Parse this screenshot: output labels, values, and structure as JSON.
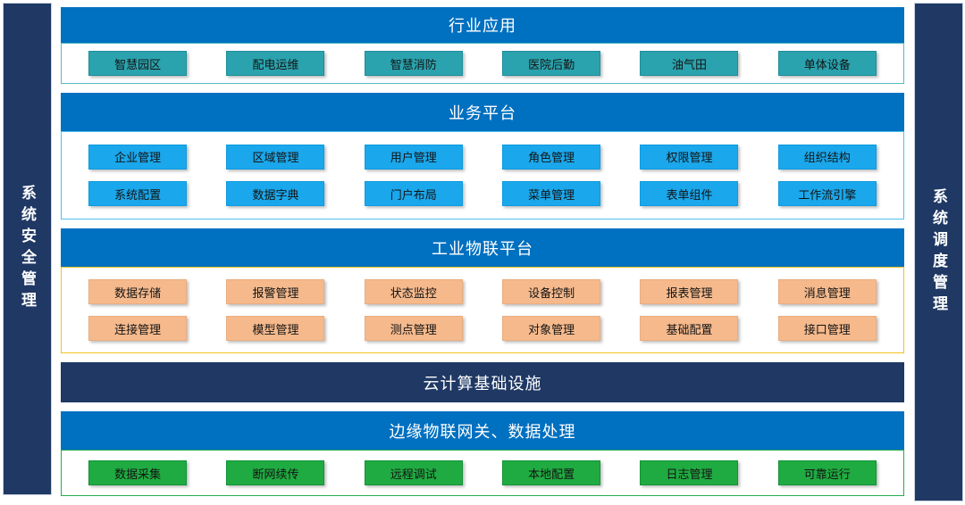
{
  "left_sidebar": {
    "label": "系统安全管理"
  },
  "right_sidebar": {
    "label": "系统调度管理"
  },
  "sections": [
    {
      "id": "industry-apps",
      "title": "行业应用",
      "theme": "teal",
      "rows": [
        [
          "智慧园区",
          "配电运维",
          "智慧消防",
          "医院后勤",
          "油气田",
          "单体设备"
        ]
      ]
    },
    {
      "id": "business-platform",
      "title": "业务平台",
      "theme": "blue",
      "rows": [
        [
          "企业管理",
          "区域管理",
          "用户管理",
          "角色管理",
          "权限管理",
          "组织结构"
        ],
        [
          "系统配置",
          "数据字典",
          "门户布局",
          "菜单管理",
          "表单组件",
          "工作流引擎"
        ]
      ]
    },
    {
      "id": "industrial-iot-platform",
      "title": "工业物联平台",
      "theme": "orange",
      "rows": [
        [
          "数据存储",
          "报警管理",
          "状态监控",
          "设备控制",
          "报表管理",
          "消息管理"
        ],
        [
          "连接管理",
          "模型管理",
          "测点管理",
          "对象管理",
          "基础配置",
          "接口管理"
        ]
      ]
    },
    {
      "id": "cloud-infrastructure",
      "title": "云计算基础设施",
      "theme": "navy",
      "rows": []
    },
    {
      "id": "edge-gateway",
      "title": "边缘物联网关、数据处理",
      "theme": "green",
      "rows": [
        [
          "数据采集",
          "断网续传",
          "远程调试",
          "本地配置",
          "日志管理",
          "可靠运行"
        ]
      ]
    }
  ],
  "colors": {
    "sidebar_navy": "#1F3864",
    "header_blue": "#0070C0",
    "teal_module": "#2AA3AE",
    "blue_module": "#1AA7EB",
    "orange_module": "#F5B98C",
    "green_module": "#1FAB41",
    "teal_container_border": "#53BCC1",
    "blue_container_border": "#4FC0EF",
    "gold_container_border": "#F2C21C",
    "green_container_border": "#24AD4E"
  }
}
